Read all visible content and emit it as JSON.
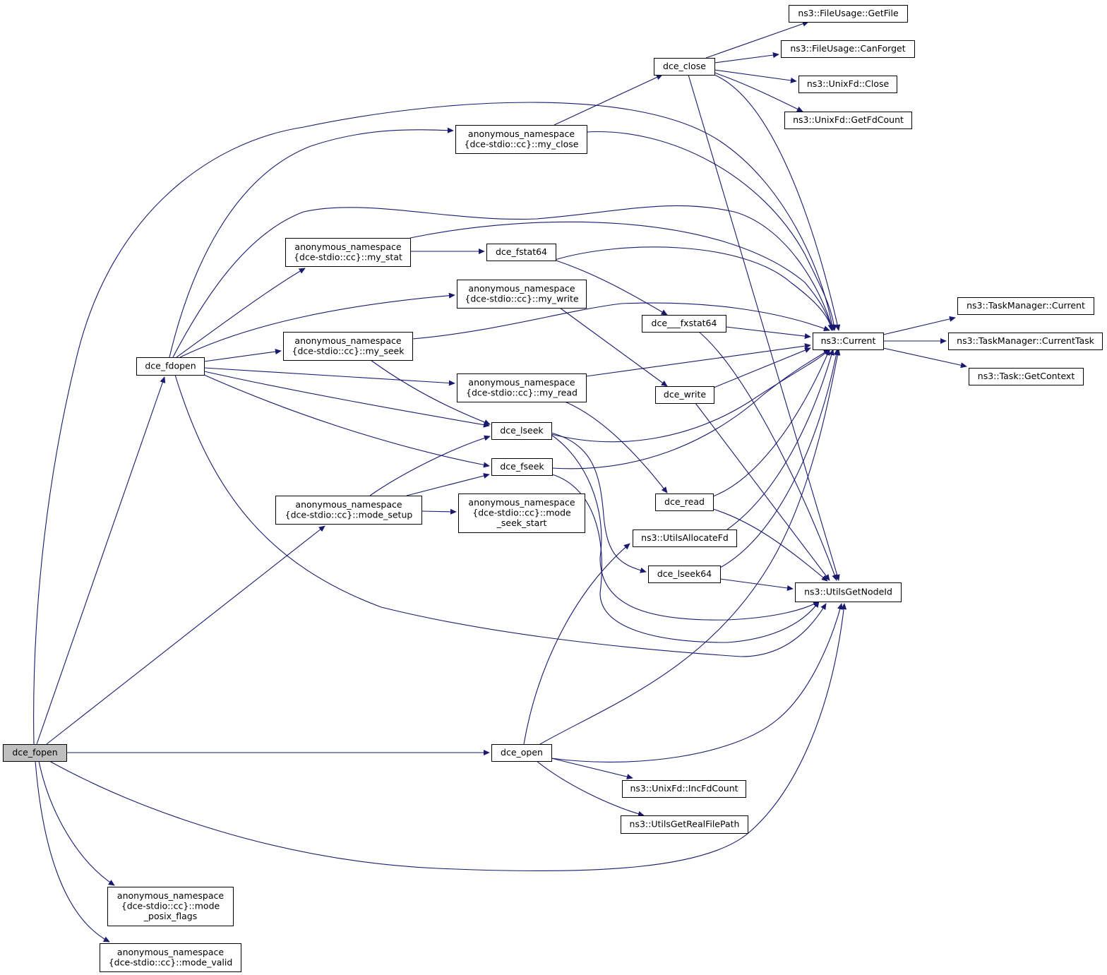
{
  "graph": {
    "root": "dce_fopen",
    "nodes": [
      {
        "id": "dce_fopen",
        "lines": [
          "dce_fopen"
        ],
        "root": true
      },
      {
        "id": "dce_fdopen",
        "lines": [
          "dce_fdopen"
        ]
      },
      {
        "id": "my_close",
        "lines": [
          "anonymous_namespace",
          "{dce-stdio::cc}::my_close"
        ]
      },
      {
        "id": "my_stat",
        "lines": [
          "anonymous_namespace",
          "{dce-stdio::cc}::my_stat"
        ]
      },
      {
        "id": "my_write",
        "lines": [
          "anonymous_namespace",
          "{dce-stdio::cc}::my_write"
        ]
      },
      {
        "id": "my_seek",
        "lines": [
          "anonymous_namespace",
          "{dce-stdio::cc}::my_seek"
        ]
      },
      {
        "id": "my_read",
        "lines": [
          "anonymous_namespace",
          "{dce-stdio::cc}::my_read"
        ]
      },
      {
        "id": "mode_setup",
        "lines": [
          "anonymous_namespace",
          "{dce-stdio::cc}::mode_setup"
        ]
      },
      {
        "id": "mode_seek_start",
        "lines": [
          "anonymous_namespace",
          "{dce-stdio::cc}::mode",
          "_seek_start"
        ]
      },
      {
        "id": "mode_posix_flags",
        "lines": [
          "anonymous_namespace",
          "{dce-stdio::cc}::mode",
          "_posix_flags"
        ]
      },
      {
        "id": "mode_valid",
        "lines": [
          "anonymous_namespace",
          "{dce-stdio::cc}::mode_valid"
        ]
      },
      {
        "id": "dce_close",
        "lines": [
          "dce_close"
        ]
      },
      {
        "id": "dce_fstat64",
        "lines": [
          "dce_fstat64"
        ]
      },
      {
        "id": "dce_lseek",
        "lines": [
          "dce_lseek"
        ]
      },
      {
        "id": "dce_fseek",
        "lines": [
          "dce_fseek"
        ]
      },
      {
        "id": "dce_open",
        "lines": [
          "dce_open"
        ]
      },
      {
        "id": "dce_fxstat64",
        "lines": [
          "dce___fxstat64"
        ]
      },
      {
        "id": "dce_write",
        "lines": [
          "dce_write"
        ]
      },
      {
        "id": "dce_read",
        "lines": [
          "dce_read"
        ]
      },
      {
        "id": "UtilsAllocateFd",
        "lines": [
          "ns3::UtilsAllocateFd"
        ]
      },
      {
        "id": "dce_lseek64",
        "lines": [
          "dce_lseek64"
        ]
      },
      {
        "id": "IncFdCount",
        "lines": [
          "ns3::UnixFd::IncFdCount"
        ]
      },
      {
        "id": "UtilsGetRealFilePath",
        "lines": [
          "ns3::UtilsGetRealFilePath"
        ]
      },
      {
        "id": "GetFile",
        "lines": [
          "ns3::FileUsage::GetFile"
        ]
      },
      {
        "id": "CanForget",
        "lines": [
          "ns3::FileUsage::CanForget"
        ]
      },
      {
        "id": "UnixFdClose",
        "lines": [
          "ns3::UnixFd::Close"
        ]
      },
      {
        "id": "GetFdCount",
        "lines": [
          "ns3::UnixFd::GetFdCount"
        ]
      },
      {
        "id": "ns3Current",
        "lines": [
          "ns3::Current"
        ]
      },
      {
        "id": "UtilsGetNodeId",
        "lines": [
          "ns3::UtilsGetNodeId"
        ]
      },
      {
        "id": "TMCurrent",
        "lines": [
          "ns3::TaskManager::Current"
        ]
      },
      {
        "id": "TMCurrentTask",
        "lines": [
          "ns3::TaskManager::CurrentTask"
        ]
      },
      {
        "id": "TaskGetContext",
        "lines": [
          "ns3::Task::GetContext"
        ]
      }
    ],
    "edges": [
      {
        "from": "dce_fopen",
        "to": "dce_fdopen"
      },
      {
        "from": "dce_fopen",
        "to": "ns3Current"
      },
      {
        "from": "dce_fopen",
        "to": "mode_setup"
      },
      {
        "from": "dce_fopen",
        "to": "dce_open"
      },
      {
        "from": "dce_fopen",
        "to": "UtilsGetNodeId"
      },
      {
        "from": "dce_fopen",
        "to": "mode_posix_flags"
      },
      {
        "from": "dce_fopen",
        "to": "mode_valid"
      },
      {
        "from": "dce_fdopen",
        "to": "my_close"
      },
      {
        "from": "dce_fdopen",
        "to": "ns3Current"
      },
      {
        "from": "dce_fdopen",
        "to": "my_stat"
      },
      {
        "from": "dce_fdopen",
        "to": "my_write"
      },
      {
        "from": "dce_fdopen",
        "to": "my_seek"
      },
      {
        "from": "dce_fdopen",
        "to": "my_read"
      },
      {
        "from": "dce_fdopen",
        "to": "dce_lseek"
      },
      {
        "from": "dce_fdopen",
        "to": "dce_fseek"
      },
      {
        "from": "dce_fdopen",
        "to": "UtilsGetNodeId"
      },
      {
        "from": "my_close",
        "to": "dce_close"
      },
      {
        "from": "my_close",
        "to": "ns3Current"
      },
      {
        "from": "my_stat",
        "to": "ns3Current"
      },
      {
        "from": "my_stat",
        "to": "dce_fstat64"
      },
      {
        "from": "my_write",
        "to": "dce_write"
      },
      {
        "from": "my_seek",
        "to": "ns3Current"
      },
      {
        "from": "my_seek",
        "to": "dce_lseek"
      },
      {
        "from": "my_read",
        "to": "ns3Current"
      },
      {
        "from": "my_read",
        "to": "dce_read"
      },
      {
        "from": "mode_setup",
        "to": "dce_lseek"
      },
      {
        "from": "mode_setup",
        "to": "dce_fseek"
      },
      {
        "from": "mode_setup",
        "to": "mode_seek_start"
      },
      {
        "from": "dce_close",
        "to": "GetFile"
      },
      {
        "from": "dce_close",
        "to": "CanForget"
      },
      {
        "from": "dce_close",
        "to": "UnixFdClose"
      },
      {
        "from": "dce_close",
        "to": "GetFdCount"
      },
      {
        "from": "dce_close",
        "to": "ns3Current"
      },
      {
        "from": "dce_close",
        "to": "UtilsGetNodeId"
      },
      {
        "from": "dce_fstat64",
        "to": "dce_fxstat64"
      },
      {
        "from": "dce_fstat64",
        "to": "ns3Current"
      },
      {
        "from": "dce_fxstat64",
        "to": "ns3Current"
      },
      {
        "from": "dce_fxstat64",
        "to": "UtilsGetNodeId"
      },
      {
        "from": "dce_write",
        "to": "ns3Current"
      },
      {
        "from": "dce_write",
        "to": "UtilsGetNodeId"
      },
      {
        "from": "dce_lseek",
        "to": "ns3Current"
      },
      {
        "from": "dce_lseek",
        "to": "dce_lseek64"
      },
      {
        "from": "dce_lseek",
        "to": "UtilsGetNodeId"
      },
      {
        "from": "dce_fseek",
        "to": "ns3Current"
      },
      {
        "from": "dce_fseek",
        "to": "UtilsGetNodeId"
      },
      {
        "from": "dce_read",
        "to": "ns3Current"
      },
      {
        "from": "dce_read",
        "to": "UtilsGetNodeId"
      },
      {
        "from": "UtilsAllocateFd",
        "to": "ns3Current"
      },
      {
        "from": "dce_lseek64",
        "to": "ns3Current"
      },
      {
        "from": "dce_lseek64",
        "to": "UtilsGetNodeId"
      },
      {
        "from": "dce_open",
        "to": "UtilsAllocateFd"
      },
      {
        "from": "dce_open",
        "to": "ns3Current"
      },
      {
        "from": "dce_open",
        "to": "UtilsGetNodeId"
      },
      {
        "from": "dce_open",
        "to": "IncFdCount"
      },
      {
        "from": "dce_open",
        "to": "UtilsGetRealFilePath"
      },
      {
        "from": "ns3Current",
        "to": "TMCurrent"
      },
      {
        "from": "ns3Current",
        "to": "TMCurrentTask"
      },
      {
        "from": "ns3Current",
        "to": "TaskGetContext"
      }
    ]
  }
}
